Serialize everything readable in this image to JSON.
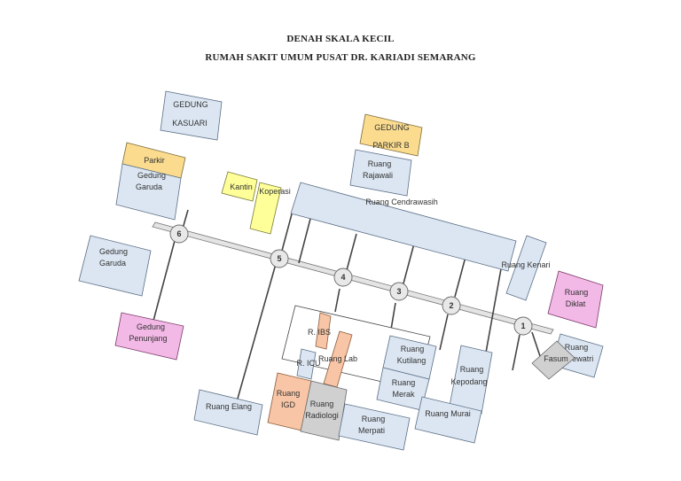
{
  "title_line1": "DENAH SKALA KECIL",
  "title_line2": "RUMAH SAKIT UMUM PUSAT DR. KARIADI SEMARANG",
  "buildings": {
    "kasuari": [
      "GEDUNG",
      "KASUARI"
    ],
    "parkir": "Parkir",
    "garuda_top": [
      "Gedung",
      "Garuda"
    ],
    "garuda_left": [
      "Gedung",
      "Garuda"
    ],
    "kantin": "Kantin",
    "koperasi": "Koperasi",
    "parkir_b": [
      "GEDUNG",
      "PARKIR B"
    ],
    "rajawali": [
      "Ruang",
      "Rajawali"
    ],
    "cendrawasih": "Ruang Cendrawasih",
    "kenari": "Ruang Kenari",
    "diklat": [
      "Ruang",
      "Diklat"
    ],
    "penunjang": [
      "Gedung",
      "Penunjang"
    ],
    "elang": "Ruang Elang",
    "ibs": "R. IBS",
    "icu": "R. ICU",
    "lab": "Ruang Lab",
    "igd": [
      "Ruang",
      "IGD"
    ],
    "radiologi": [
      "Ruang",
      "Radiologi"
    ],
    "merpati": [
      "Ruang",
      "Merpati"
    ],
    "kutilang": [
      "Ruang",
      "Kutilang"
    ],
    "merak": [
      "Ruang",
      "Merak"
    ],
    "kepodang": [
      "Ruang",
      "Kepodang"
    ],
    "murai": "Ruang Murai",
    "dewatri": [
      "Ruang",
      "Dewatri"
    ],
    "fasum": "Fasum"
  },
  "nodes": [
    "6",
    "5",
    "4",
    "3",
    "2",
    "1"
  ]
}
